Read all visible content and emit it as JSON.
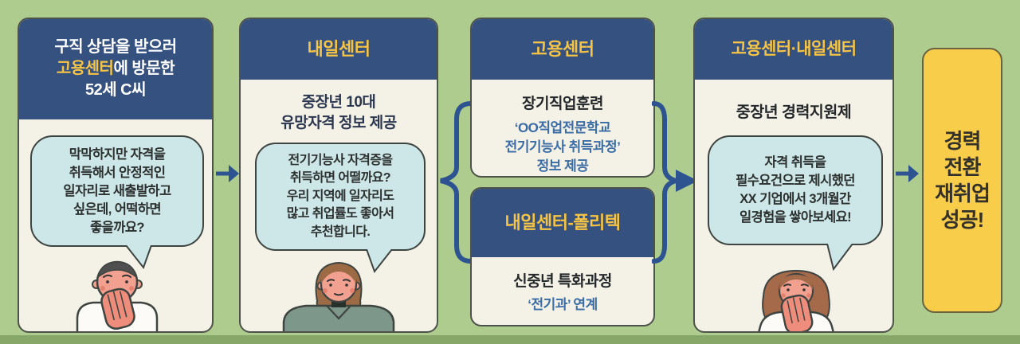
{
  "colors": {
    "background": "#afcc8f",
    "bottom_strip": "#86a768",
    "card_fill": "#f4f1e6",
    "card_border": "#4d524b",
    "header_navy": "#35517f",
    "highlight_yellow": "#f6c445",
    "bubble_fill": "#cde7e8",
    "bubble_border": "#3e4440",
    "link_blue_text": "#3a6ca6",
    "flow_blue": "#2d5390",
    "goal_fill": "#f8cd4a",
    "goal_text": "#33312a"
  },
  "icons": {
    "flow_arrow_1": "arrow-right-icon",
    "flow_arrow_2": "arrow-right-icon",
    "options_brace_left": "brace-left-icon",
    "options_brace_right": "brace-right-arrow-icon"
  },
  "illustrations": {
    "step1": "man-hand-over-mouth",
    "step2": "woman-short-hair-concerned",
    "step4": "woman-long-hair-hand-over-mouth"
  },
  "step1": {
    "header": {
      "line1": "구직 상담을 받으러",
      "highlight": "고용센터",
      "line2_rest": "에 방문한",
      "line3": "52세 C씨"
    },
    "bubble": "막막하지만 자격을\n취득해서 안정적인\n일자리로 새출발하고\n싶은데, 어떡하면\n좋을까요?"
  },
  "step2": {
    "header": "내일센터",
    "subtitle": "중장년 10대\n유망자격 정보 제공",
    "bubble": "전기기능사 자격증을\n취득하면 어떨까요?\n우리 지역에 일자리도\n많고 취업률도 좋아서\n추천합니다."
  },
  "option_top": {
    "header": "고용센터",
    "title": "장기직업훈련",
    "detail": "‘OO직업전문학교\n전기기능사 취득과정’\n정보 제공"
  },
  "option_bottom": {
    "header": "내일센터-폴리텍",
    "title": "신중년 특화과정",
    "detail": "‘전기과’ 연계"
  },
  "step4": {
    "header": "고용센터·내일센터",
    "subtitle": "중장년 경력지원제",
    "bubble": "자격 취득을\n필수요건으로 제시했던\nXX 기업에서 3개월간\n일경험을 쌓아보세요!"
  },
  "goal": {
    "text": "경력\n전환\n재취업\n성공!"
  }
}
